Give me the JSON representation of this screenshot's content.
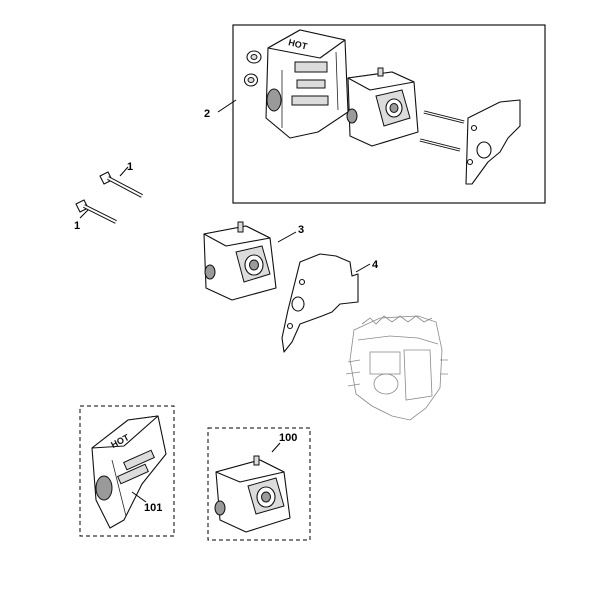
{
  "callouts": {
    "c1a": "1",
    "c1b": "1",
    "c2": "2",
    "c3": "3",
    "c4": "4",
    "c100": "100",
    "c101": "101"
  },
  "heat_shield_logo": "HOT"
}
